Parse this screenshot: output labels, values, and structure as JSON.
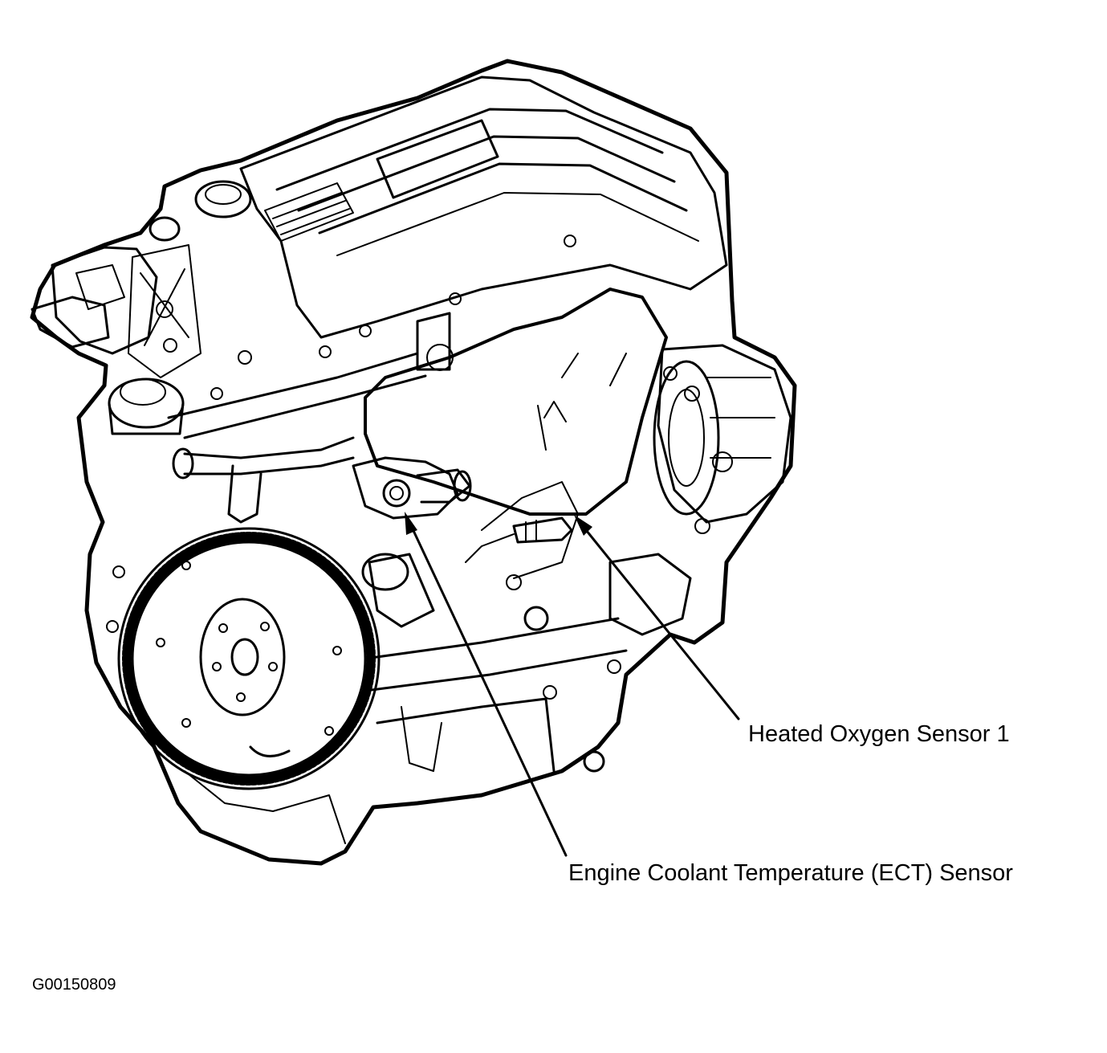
{
  "callouts": {
    "heated_oxygen_sensor": "Heated Oxygen Sensor 1",
    "ect_sensor": "Engine Coolant Temperature (ECT) Sensor"
  },
  "figure_id": "G00150809",
  "colors": {
    "ink": "#000000",
    "paper": "#ffffff"
  }
}
